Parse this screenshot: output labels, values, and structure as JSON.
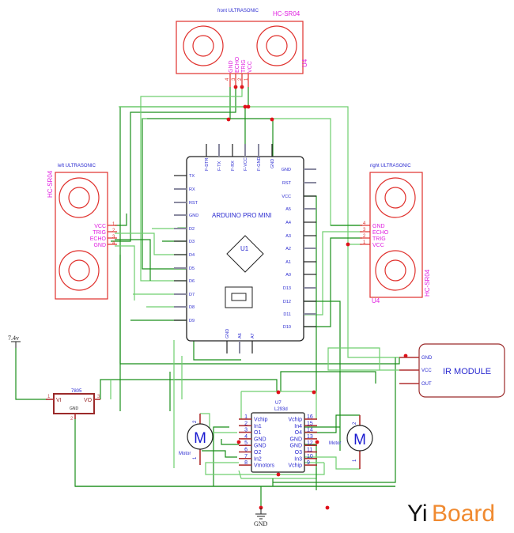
{
  "front_sensor": {
    "title": "front ULTRASONIC",
    "part": "HC-SR04",
    "ref": "U4",
    "pins": [
      {
        "num": "4",
        "name": "GND"
      },
      {
        "num": "3",
        "name": "ECHO"
      },
      {
        "num": "2",
        "name": "TRIG"
      },
      {
        "num": "1",
        "name": "VCC"
      }
    ]
  },
  "left_sensor": {
    "title": "left ULTRASONIC",
    "part": "HC-SR04",
    "pins": [
      {
        "num": "1",
        "name": "VCC"
      },
      {
        "num": "2",
        "name": "TRIG"
      },
      {
        "num": "3",
        "name": "ECHO"
      },
      {
        "num": "4",
        "name": "GND"
      }
    ]
  },
  "right_sensor": {
    "title": "right ULTRASONIC",
    "part": "HC-SR04",
    "ref": "U4",
    "pins": [
      {
        "num": "4",
        "name": "GND"
      },
      {
        "num": "3",
        "name": "ECHO"
      },
      {
        "num": "2",
        "name": "TRIG"
      },
      {
        "num": "1",
        "name": "VCC"
      }
    ]
  },
  "arduino": {
    "title": "ARDUINO PRO MINI",
    "ref": "U1",
    "top_pins": [
      "F-DTR",
      "F-TX",
      "F-RX",
      "F-VCC",
      "F-GND",
      "GND"
    ],
    "left_pins": [
      "TX",
      "RX",
      "RST",
      "GND",
      "D2",
      "D3",
      "D4",
      "D5",
      "D6",
      "D7",
      "D8",
      "D9"
    ],
    "right_pins": [
      "GND",
      "RST",
      "VCC",
      "A5",
      "A4",
      "A3",
      "A2",
      "A1",
      "A0",
      "D13",
      "D12",
      "D11",
      "D10"
    ],
    "bottom_pins": [
      "GND",
      "A6",
      "A7"
    ]
  },
  "ir_module": {
    "title": "IR MODULE",
    "pins": [
      "GND",
      "VCC",
      "OUT"
    ]
  },
  "regulator": {
    "part": "7805",
    "supply": "7.4v",
    "pins": [
      {
        "num": "1",
        "name": "VI"
      },
      {
        "num": "3",
        "name": "VO"
      },
      {
        "num": "2",
        "name": "GND"
      }
    ]
  },
  "driver": {
    "ref": "U7",
    "part": "L293d",
    "left_pins": [
      {
        "num": "1",
        "name": "Vchip"
      },
      {
        "num": "2",
        "name": "In1"
      },
      {
        "num": "3",
        "name": "O1"
      },
      {
        "num": "4",
        "name": "GND"
      },
      {
        "num": "5",
        "name": "GND"
      },
      {
        "num": "6",
        "name": "O2"
      },
      {
        "num": "7",
        "name": "In2"
      },
      {
        "num": "8",
        "name": "Vmotors"
      }
    ],
    "right_pins": [
      {
        "num": "16",
        "name": "Vchip"
      },
      {
        "num": "15",
        "name": "In4"
      },
      {
        "num": "14",
        "name": "O4"
      },
      {
        "num": "13",
        "name": "GND"
      },
      {
        "num": "12",
        "name": "GND"
      },
      {
        "num": "11",
        "name": "O3"
      },
      {
        "num": "10",
        "name": "In3"
      },
      {
        "num": "9",
        "name": "Vchip"
      }
    ]
  },
  "motors": [
    {
      "label": "Motor",
      "symbol": "M",
      "pin_top": "2",
      "pin_bottom": "1"
    },
    {
      "label": "Motor",
      "symbol": "M",
      "pin_top": "2",
      "pin_bottom": "1"
    }
  ],
  "ground": {
    "label": "GND"
  },
  "logo": {
    "part1": "Yi",
    "part2": "Board"
  }
}
